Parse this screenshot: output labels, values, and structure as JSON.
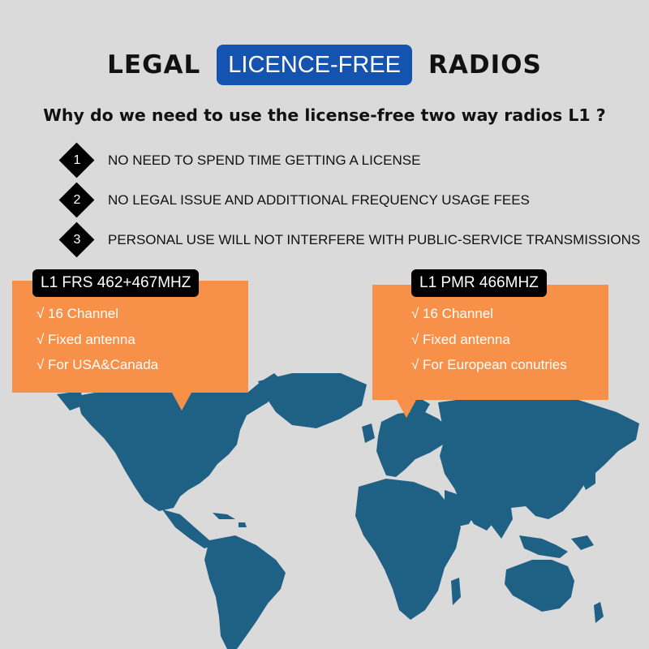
{
  "header": {
    "word_left": "LEGAL",
    "highlight": "LICENCE-FREE",
    "word_right": "RADIOS",
    "highlight_color": "#1553b0"
  },
  "question": "Why do we need to use the license-free two way radios L1 ?",
  "reasons": [
    {
      "num": "1",
      "text": "NO NEED TO SPEND TIME GETTING A LICENSE"
    },
    {
      "num": "2",
      "text": "NO LEGAL ISSUE AND ADDITTIONAL FREQUENCY USAGE FEES"
    },
    {
      "num": "3",
      "text": "PERSONAL USE WILL NOT INTERFERE WITH PUBLIC-SERVICE TRANSMISSIONS"
    }
  ],
  "cards": {
    "frs": {
      "label": "L1 FRS 462+467MHZ",
      "features": [
        "√ 16 Channel",
        "√  Fixed antenna",
        "√  For USA&Canada"
      ]
    },
    "pmr": {
      "label": "L1 PMR 466MHZ",
      "features": [
        "√ 16 Channel",
        "√  Fixed antenna",
        "√  For European conutries"
      ]
    }
  },
  "colors": {
    "background": "#dadada",
    "map": "#1f6185",
    "card": "#f7914a",
    "label": "#000000"
  },
  "icons": [
    "diamond-number-icon",
    "world-map-icon"
  ]
}
